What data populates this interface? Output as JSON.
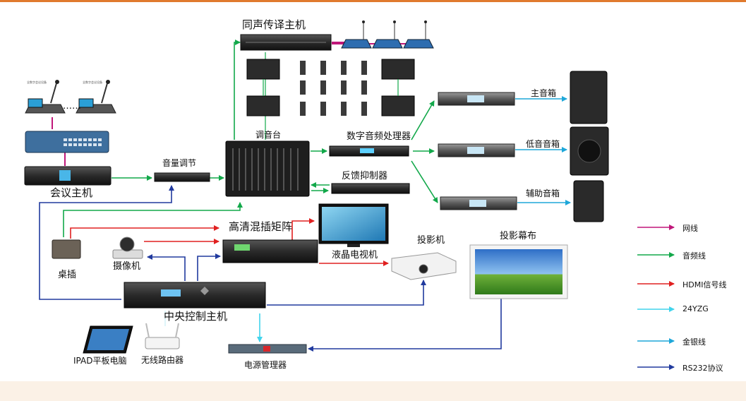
{
  "devices": {
    "interpreter_host": "同声传译主机",
    "conference_host": "会议主机",
    "volume_control": "音量调节",
    "mixer": "调音台",
    "dsp": "数字音频处理器",
    "feedback_suppressor": "反馈抑制器",
    "main_speaker": "主音箱",
    "sub_speaker": "低音音箱",
    "aux_speaker": "辅助音箱",
    "hd_matrix": "高清混插矩阵",
    "lcd_tv": "液晶电视机",
    "projector": "投影机",
    "projection_screen": "投影幕布",
    "desk_socket": "桌插",
    "camera": "摄像机",
    "central_control": "中央控制主机",
    "ipad": "IPAD平板电脑",
    "wifi_router": "无线路由器",
    "power_manager": "电源管理器"
  },
  "mic_unit_label": "全数字会议设备",
  "ellipsis": "……",
  "legend": [
    {
      "label": "网线",
      "color": "#c0177a"
    },
    {
      "label": "音频线",
      "color": "#12a84a"
    },
    {
      "label": "HDMI信号线",
      "color": "#e02020"
    },
    {
      "label": "24YZG",
      "color": "#41d4ec"
    },
    {
      "label": "金银线",
      "color": "#1ea7d9"
    },
    {
      "label": "RS232协议",
      "color": "#213a9e"
    }
  ],
  "colors": {
    "network": "#c0177a",
    "audio": "#12a84a",
    "hdmi": "#e02020",
    "c24": "#41d4ec",
    "goldsilver": "#1ea7d9",
    "rs232": "#213a9e",
    "header_bar": "#e07a2e"
  }
}
